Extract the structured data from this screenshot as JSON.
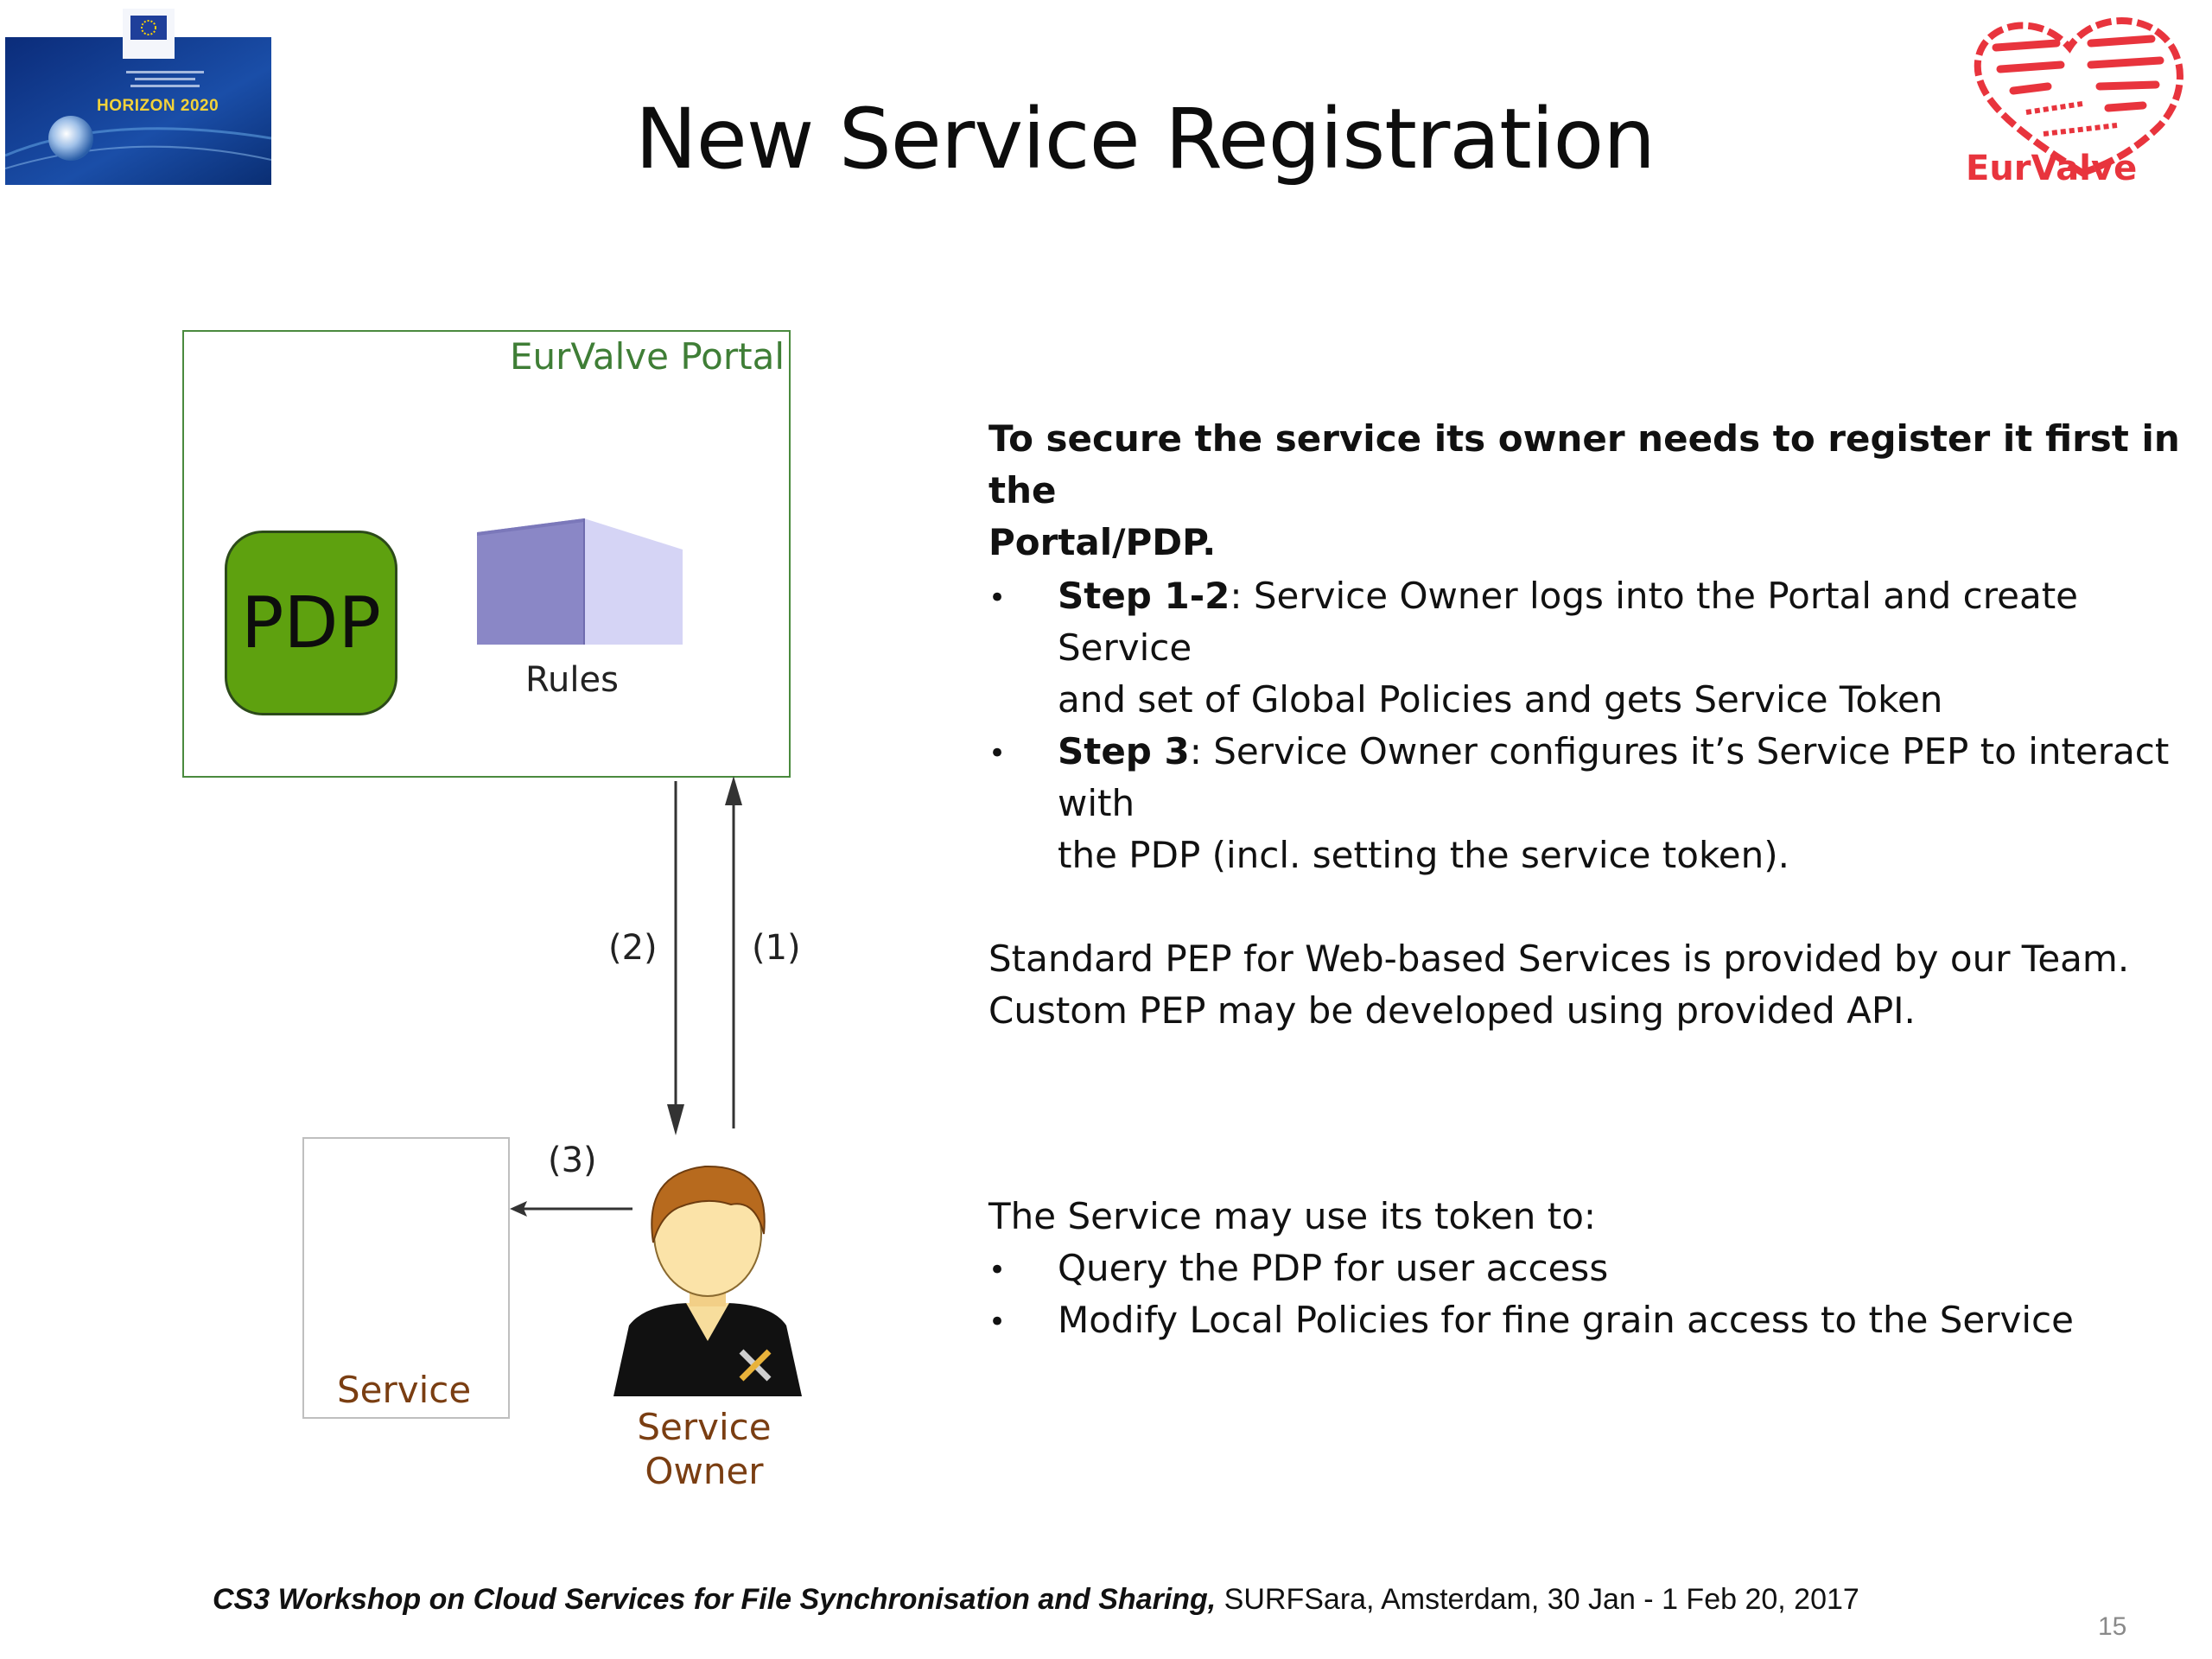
{
  "logos": {
    "horizon_text": "HORIZON 2020",
    "eurvalve_text": "EurValve"
  },
  "title": "New Service Registration",
  "diagram": {
    "portal_label": "EurValve Portal",
    "pdp_label": "PDP",
    "rules_label": "Rules",
    "service_label": "Service",
    "owner_label_line1": "Service",
    "owner_label_line2": "Owner",
    "step1": "(1)",
    "step2": "(2)",
    "step3": "(3)"
  },
  "content": {
    "intro_line1": "To secure the service its owner needs to register it first in the",
    "intro_line2": "Portal/PDP.",
    "steps": [
      {
        "bullet": "•",
        "bold": "Step 1-2",
        "text_line1": ": Service Owner logs into the Portal and create Service",
        "text_line2": "and set of Global Policies and gets Service Token"
      },
      {
        "bullet": "•",
        "bold": "Step 3",
        "text_line1": ": Service Owner configures it’s Service PEP to interact with",
        "text_line2": "the PDP (incl. setting the service token)."
      }
    ],
    "pep_line1": "Standard PEP for Web-based Services is provided by our Team.",
    "pep_line2": "Custom PEP may be developed using provided API.",
    "token_intro": "The Service may use its token to:",
    "token_uses": [
      {
        "bullet": "•",
        "text": "Query the PDP for user access"
      },
      {
        "bullet": "•",
        "text": "Modify Local Policies for fine grain access to the Service"
      }
    ]
  },
  "footer": {
    "workshop": "CS3 Workshop on Cloud Services for File Synchronisation and Sharing,",
    "venue": " SURFSara,  Amsterdam, 30 Jan - 1 Feb 20, 2017",
    "page_number": "15"
  },
  "colors": {
    "portal_border": "#4a8a3e",
    "pdp_fill": "#5ea10f",
    "owner_text": "#7a3e12",
    "eurvalve_red": "#e8343d"
  }
}
